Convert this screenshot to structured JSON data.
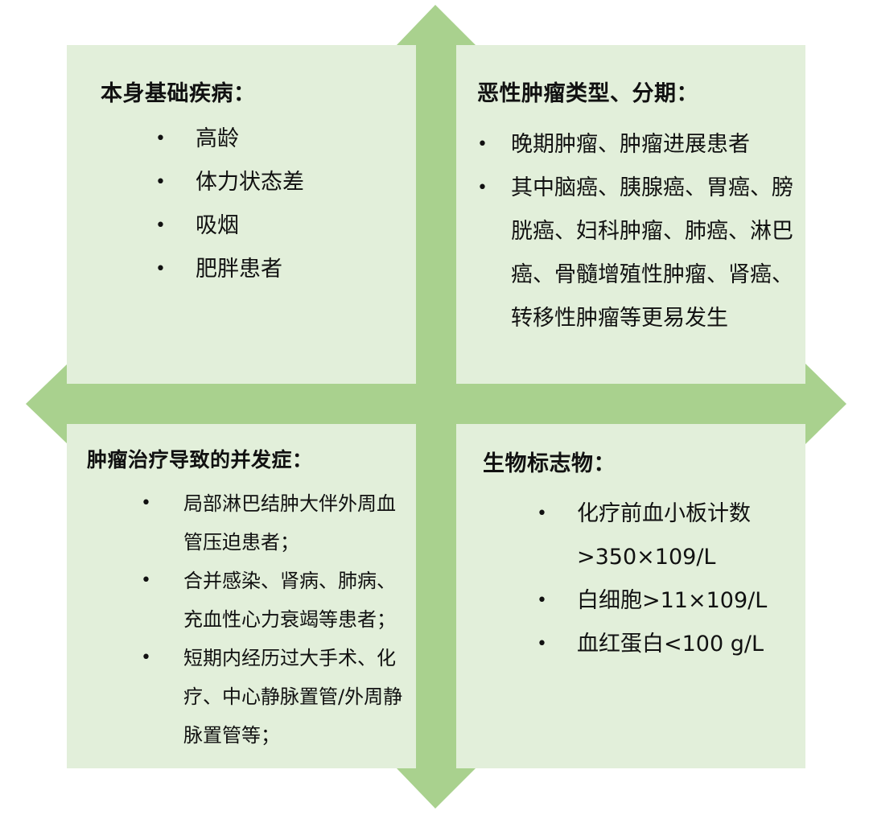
{
  "colors": {
    "arrow": "#a9d18e",
    "panel_bg": "#e2efda",
    "background": "#ffffff",
    "text": "#111111"
  },
  "diagram": {
    "type": "four-quadrant cross-arrow diagram",
    "arrow_icons": [
      "arrow-up-icon",
      "arrow-down-icon",
      "arrow-left-icon",
      "arrow-right-icon"
    ]
  },
  "quadrants": {
    "top_left": {
      "title": "本身基础疾病：",
      "bullet": "•",
      "items": [
        "高龄",
        "体力状态差",
        "吸烟",
        "肥胖患者"
      ]
    },
    "top_right": {
      "title": "恶性肿瘤类型、分期：",
      "bullet": "•",
      "items": [
        "晚期肿瘤、肿瘤进展患者",
        "其中脑癌、胰腺癌、胃癌、膀胱癌、妇科肿瘤、肺癌、淋巴癌、骨髓增殖性肿瘤、肾癌、转移性肿瘤等更易发生"
      ]
    },
    "bottom_left": {
      "title": "肿瘤治疗导致的并发症：",
      "bullet": "•",
      "items": [
        "局部淋巴结肿大伴外周血管压迫患者；",
        "合并感染、肾病、肺病、充血性心力衰竭等患者；",
        "短期内经历过大手术、化疗、中心静脉置管/外周静脉置管等；"
      ]
    },
    "bottom_right": {
      "title": "生物标志物：",
      "bullet": "•",
      "items": [
        "化疗前血小板计数>350×109/L",
        "白细胞>11×109/L",
        "血红蛋白<100 g/L"
      ]
    }
  }
}
